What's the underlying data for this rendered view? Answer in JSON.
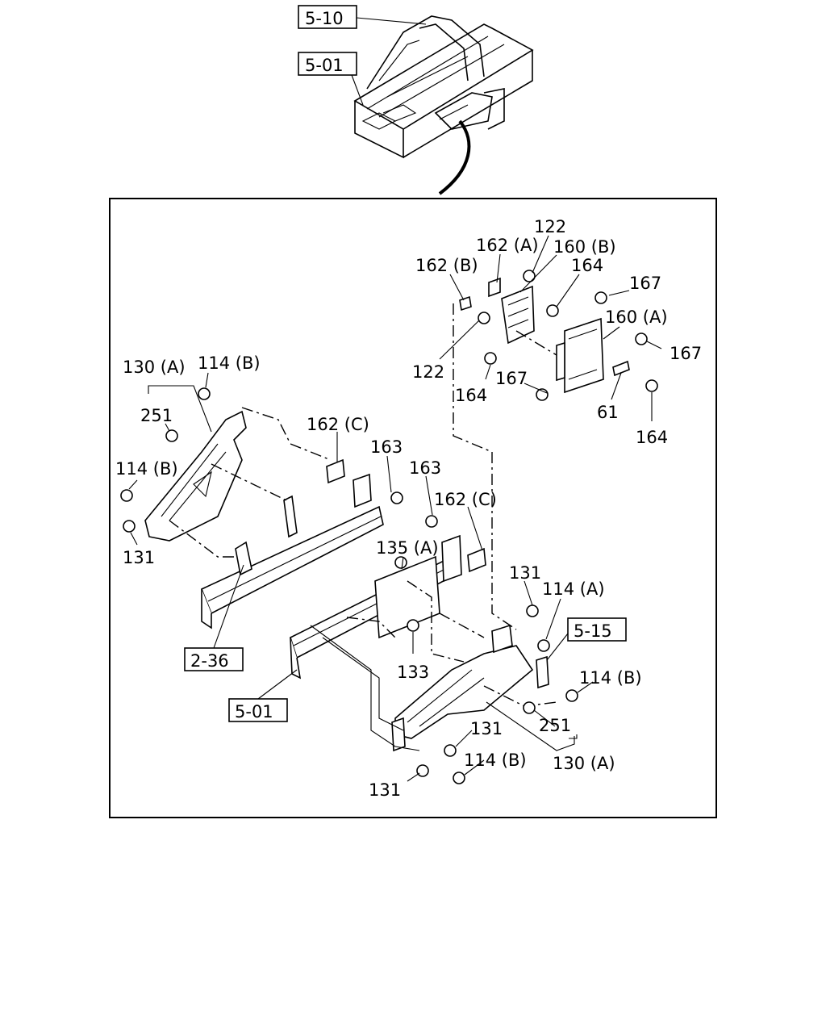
{
  "diagram": {
    "overview_refs": [
      "5-10",
      "5-01"
    ],
    "detail_refs": [
      "5-15",
      "2-36",
      "5-01"
    ],
    "callouts": {
      "c122a": "122",
      "c162a": "162 (A)",
      "c160b": "160 (B)",
      "c162b": "162 (B)",
      "c164a": "164",
      "c167a": "167",
      "c160a": "160 (A)",
      "c167b": "167",
      "c122b": "122",
      "c167c": "167",
      "c164b": "164",
      "c61": "61",
      "c164c": "164",
      "c130aL": "130 (A)",
      "c114bL1": "114 (B)",
      "c251L": "251",
      "c162cL": "162 (C)",
      "c163L": "163",
      "c114bL2": "114 (B)",
      "c131L": "131",
      "c163R": "163",
      "c162cR": "162 (C)",
      "c135a": "135 (A)",
      "c131R1": "131",
      "c114a": "114 (A)",
      "c133": "133",
      "c114bR": "114 (B)",
      "c131R2": "131",
      "c251R": "251",
      "c114bR2": "114 (B)",
      "c130aR": "130 (A)",
      "c131R3": "131"
    }
  }
}
